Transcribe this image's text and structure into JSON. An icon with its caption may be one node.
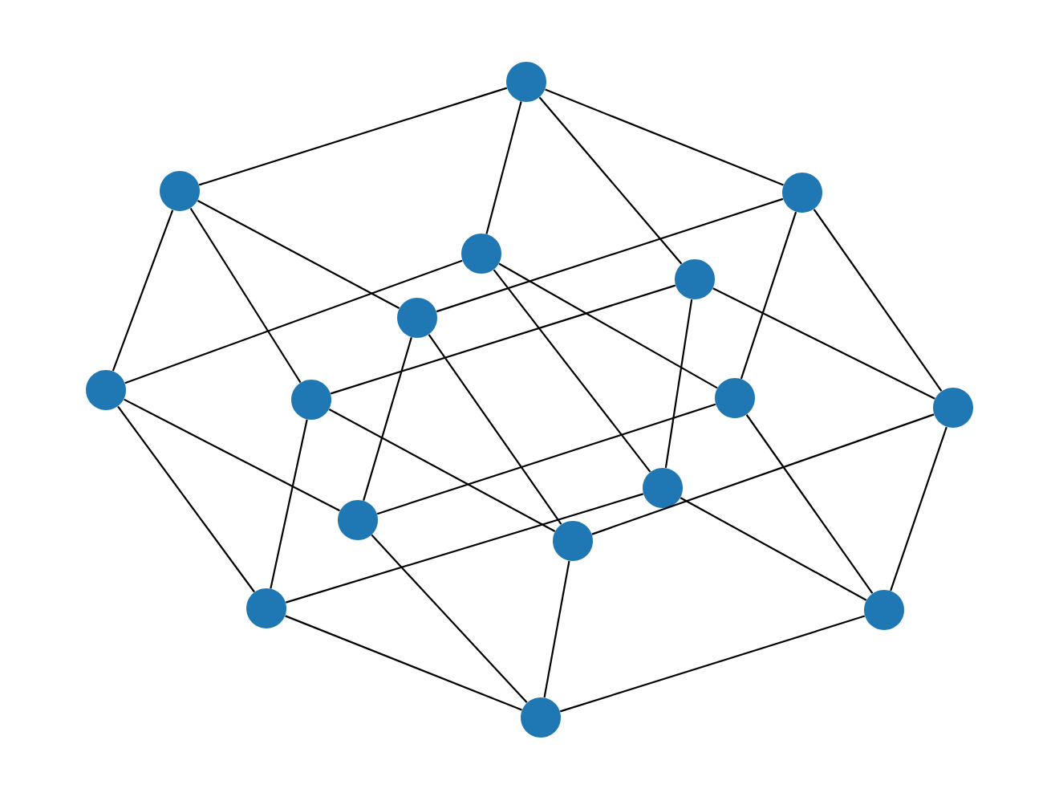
{
  "diagram": {
    "nodes": [
      {
        "text": [],
        "shape": "circle"
      },
      {
        "text": [],
        "shape": "circle"
      },
      {
        "text": [],
        "shape": "circle"
      },
      {
        "text": [],
        "shape": "circle"
      },
      {
        "text": [],
        "shape": "circle"
      },
      {
        "text": [],
        "shape": "circle"
      },
      {
        "text": [],
        "shape": "circle"
      },
      {
        "text": [],
        "shape": "circle"
      },
      {
        "text": [],
        "shape": "circle"
      },
      {
        "text": [],
        "shape": "circle"
      },
      {
        "text": [],
        "shape": "circle"
      },
      {
        "text": [],
        "shape": "circle"
      },
      {
        "text": [],
        "shape": "circle"
      },
      {
        "text": [],
        "shape": "circle"
      },
      {
        "text": [],
        "shape": "circle"
      },
      {
        "text": [],
        "shape": "circle"
      }
    ],
    "edges": [
      {
        "from": 0,
        "to": 1,
        "arrow": "none"
      },
      {
        "from": 0,
        "to": 2,
        "arrow": "none"
      },
      {
        "from": 0,
        "to": 3,
        "arrow": "none"
      },
      {
        "from": 0,
        "to": 4,
        "arrow": "none"
      },
      {
        "from": 1,
        "to": 6,
        "arrow": "none"
      },
      {
        "from": 1,
        "to": 7,
        "arrow": "none"
      },
      {
        "from": 1,
        "to": 5,
        "arrow": "none"
      },
      {
        "from": 2,
        "to": 5,
        "arrow": "none"
      },
      {
        "from": 2,
        "to": 8,
        "arrow": "none"
      },
      {
        "from": 2,
        "to": 9,
        "arrow": "none"
      },
      {
        "from": 3,
        "to": 6,
        "arrow": "none"
      },
      {
        "from": 3,
        "to": 8,
        "arrow": "none"
      },
      {
        "from": 3,
        "to": 10,
        "arrow": "none"
      },
      {
        "from": 4,
        "to": 7,
        "arrow": "none"
      },
      {
        "from": 4,
        "to": 10,
        "arrow": "none"
      },
      {
        "from": 4,
        "to": 9,
        "arrow": "none"
      },
      {
        "from": 5,
        "to": 11,
        "arrow": "none"
      },
      {
        "from": 5,
        "to": 12,
        "arrow": "none"
      },
      {
        "from": 6,
        "to": 11,
        "arrow": "none"
      },
      {
        "from": 6,
        "to": 13,
        "arrow": "none"
      },
      {
        "from": 7,
        "to": 12,
        "arrow": "none"
      },
      {
        "from": 7,
        "to": 13,
        "arrow": "none"
      },
      {
        "from": 8,
        "to": 11,
        "arrow": "none"
      },
      {
        "from": 8,
        "to": 14,
        "arrow": "none"
      },
      {
        "from": 9,
        "to": 12,
        "arrow": "none"
      },
      {
        "from": 9,
        "to": 14,
        "arrow": "none"
      },
      {
        "from": 10,
        "to": 13,
        "arrow": "none"
      },
      {
        "from": 10,
        "to": 14,
        "arrow": "none"
      },
      {
        "from": 11,
        "to": 15,
        "arrow": "none"
      },
      {
        "from": 12,
        "to": 15,
        "arrow": "none"
      },
      {
        "from": 13,
        "to": 15,
        "arrow": "none"
      },
      {
        "from": 14,
        "to": 15,
        "arrow": "none"
      }
    ]
  }
}
